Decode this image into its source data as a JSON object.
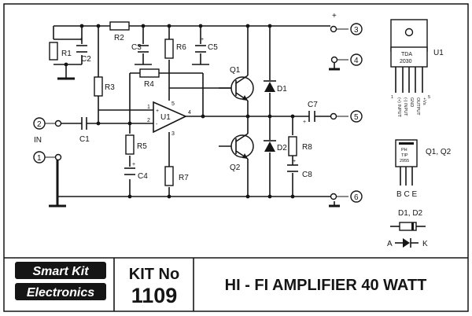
{
  "components": {
    "r1": "R1",
    "r2": "R2",
    "r3": "R3",
    "r4": "R4",
    "r5": "R5",
    "r6": "R6",
    "r7": "R7",
    "r8": "R8",
    "c1": "C1",
    "c2": "C2",
    "c3": "C3",
    "c4": "C4",
    "c5": "C5",
    "c7": "C7",
    "c8": "C8",
    "q1": "Q1",
    "q2": "Q2",
    "d1": "D1",
    "d2": "D2",
    "u1": "U1"
  },
  "polarity": {
    "plus": "+",
    "minus": "-"
  },
  "opamp_pins": {
    "p1": "1",
    "p2": "2",
    "p3": "3",
    "p4": "4",
    "p5": "5"
  },
  "terminals": {
    "t2": "2",
    "t1": "1",
    "t3": "3",
    "t4": "4",
    "t5": "5",
    "t6": "6"
  },
  "input_label": "IN",
  "legend": {
    "u1_label": "U1",
    "u1_part_line1": "TDA",
    "u1_part_line2": "2030",
    "u1_pin_first": "1",
    "u1_pin_last": "5",
    "u1_pins": [
      "(+) INPUT",
      "(-) INPUT",
      "GND",
      "OUTPUT",
      "+Vs"
    ],
    "q_label": "Q1, Q2",
    "q_part_line1": "PH",
    "q_part_line2": "TIP",
    "q_part_line3": "2955",
    "q_pins": "B C E",
    "d_label": "D1, D2",
    "anode": "A",
    "cathode": "K"
  },
  "footer": {
    "brand_line1": "Smart Kit",
    "brand_line2": "Electronics",
    "kit_label": "KIT No",
    "kit_number": "1109",
    "title": "HI - FI AMPLIFIER 40 WATT"
  }
}
